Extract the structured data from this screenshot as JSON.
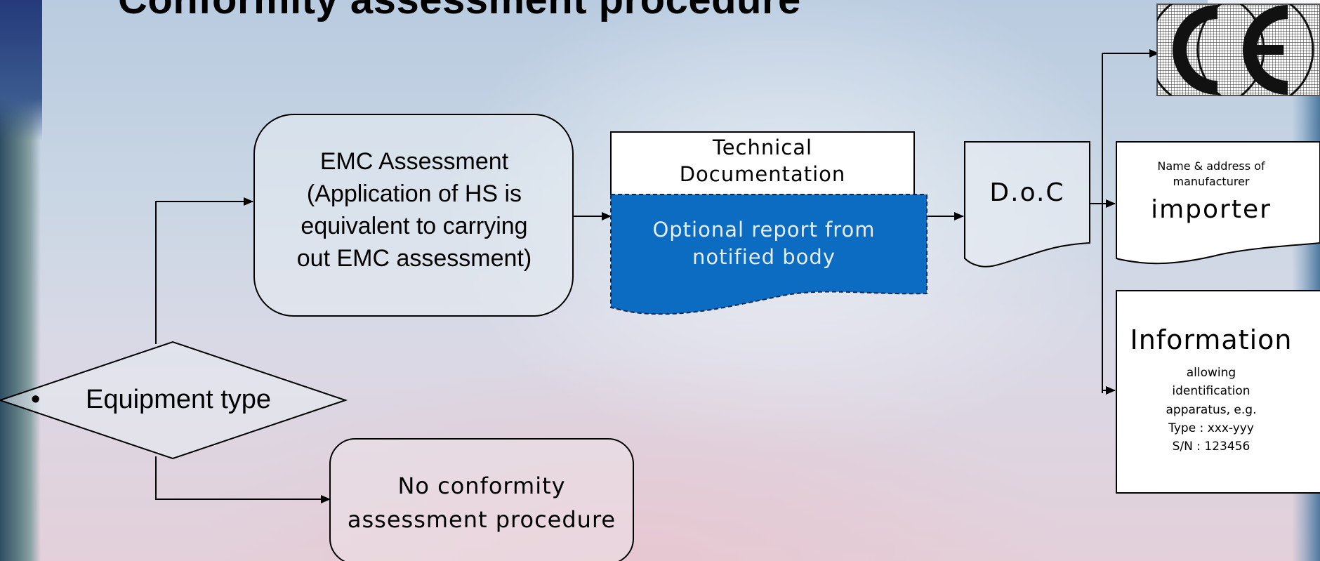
{
  "title": "Conformity assessment procedure",
  "nodes": {
    "emc_assessment": "EMC Assessment (Application of HS is equivalent to carrying out EMC assessment)",
    "emc_lines": [
      "EMC Assessment",
      "(Application of HS is",
      "equivalent to carrying",
      "out EMC assessment)"
    ],
    "technical_documentation": [
      "Technical",
      "Documentation"
    ],
    "optional_report": [
      "Optional report from",
      "notified body"
    ],
    "doc": "D.o.C",
    "equipment_bullet": "•",
    "equipment_type": "Equipment type",
    "no_conformity": [
      "No conformity",
      "assessment procedure"
    ],
    "name_address": [
      "Name & address of",
      "manufacturer"
    ],
    "importer": "importer",
    "information": "Information",
    "information_lines": [
      "allowing",
      "identification",
      "apparatus, e.g.",
      "Type : xxx-yyy",
      "S/N : 123456"
    ]
  },
  "colors": {
    "report_fill": "#0b6cc2",
    "box_stroke": "#000000",
    "white_box": "#ffffff",
    "ce_mark": "#111111"
  },
  "icons": {
    "ce_mark": "ce-mark-icon"
  }
}
